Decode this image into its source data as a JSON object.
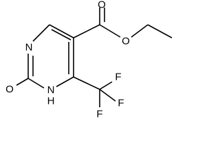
{
  "molecule": {
    "atom_labels": {
      "n3": "N",
      "o2": "O",
      "n1h": "N",
      "h1": "H",
      "o_carbonyl": "O",
      "o_ester": "O",
      "f_top": "F",
      "f_right": "F",
      "f_bottom": "F"
    },
    "colors": {
      "bond": "#000000",
      "label": "#000000",
      "background": "#ffffff"
    }
  }
}
